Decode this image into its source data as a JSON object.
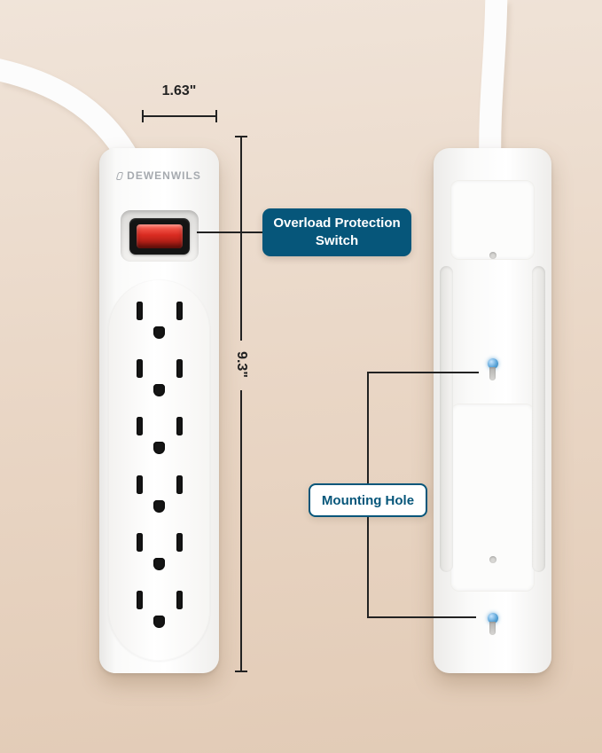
{
  "product": {
    "brand": "DEWENWILS",
    "outlet_count": 6,
    "mounting_hole_count": 2
  },
  "annotations": {
    "width_dimension": "1.63\"",
    "height_dimension": "9.3\"",
    "overload_label": "Overload Protection Switch",
    "mounting_label": "Mounting Hole"
  },
  "colors": {
    "accent": "#06567a",
    "background_top": "#f0e4d9",
    "background_bottom": "#e2cbb6",
    "switch_red": "#d92b21",
    "cord_white": "#fcfcfc",
    "dimension_ink": "#222222",
    "mount_dot_blue": "#5aa4d8"
  }
}
